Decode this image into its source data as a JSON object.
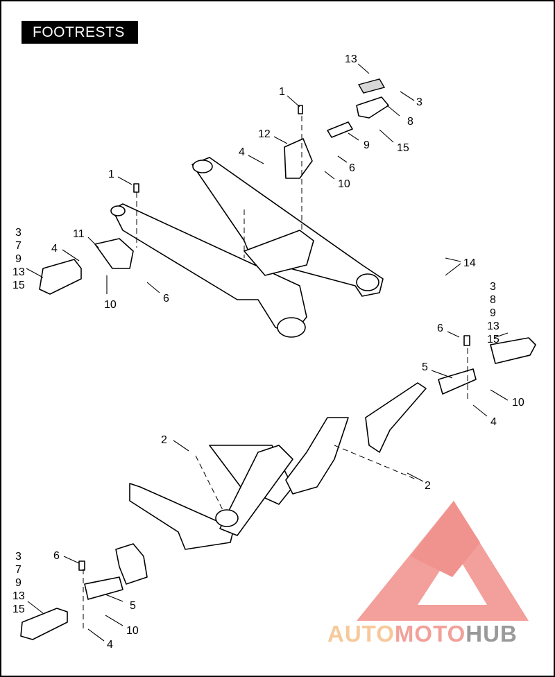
{
  "title": "FOOTRESTS",
  "callouts": [
    {
      "id": "c1a",
      "lines": [
        "1"
      ]
    },
    {
      "id": "c13a",
      "lines": [
        "13"
      ]
    },
    {
      "id": "c3a",
      "lines": [
        "3"
      ]
    },
    {
      "id": "c12",
      "lines": [
        "12"
      ]
    },
    {
      "id": "c8a",
      "lines": [
        "8"
      ]
    },
    {
      "id": "c4a",
      "lines": [
        "4"
      ]
    },
    {
      "id": "c9a",
      "lines": [
        "9"
      ]
    },
    {
      "id": "c15a",
      "lines": [
        "15"
      ]
    },
    {
      "id": "c6a",
      "lines": [
        "6"
      ]
    },
    {
      "id": "c10a",
      "lines": [
        "10"
      ]
    },
    {
      "id": "c1b",
      "lines": [
        "1"
      ]
    },
    {
      "id": "c11",
      "lines": [
        "11"
      ]
    },
    {
      "id": "c4b",
      "lines": [
        "4"
      ]
    },
    {
      "id": "c10b",
      "lines": [
        "10"
      ]
    },
    {
      "id": "c6b",
      "lines": [
        "6"
      ]
    },
    {
      "id": "c14",
      "lines": [
        "14"
      ]
    },
    {
      "id": "cstackL",
      "lines": [
        "3",
        "7",
        "9",
        "13",
        "15"
      ]
    },
    {
      "id": "cstackR",
      "lines": [
        "3",
        "8",
        "9",
        "13",
        "15"
      ]
    },
    {
      "id": "c6c",
      "lines": [
        "6"
      ]
    },
    {
      "id": "c5a",
      "lines": [
        "5"
      ]
    },
    {
      "id": "c10c",
      "lines": [
        "10"
      ]
    },
    {
      "id": "c4c",
      "lines": [
        "4"
      ]
    },
    {
      "id": "c2a",
      "lines": [
        "2"
      ]
    },
    {
      "id": "c2b",
      "lines": [
        "2"
      ]
    },
    {
      "id": "cstackB",
      "lines": [
        "3",
        "7",
        "9",
        "13",
        "15"
      ]
    },
    {
      "id": "c6d",
      "lines": [
        "6"
      ]
    },
    {
      "id": "c5b",
      "lines": [
        "5"
      ]
    },
    {
      "id": "c10d",
      "lines": [
        "10"
      ]
    },
    {
      "id": "c4d",
      "lines": [
        "4"
      ]
    }
  ],
  "watermark": {
    "text_a": "AUTO",
    "text_b": "MOTO",
    "text_c": "HUB",
    "color_a": "#f7c99a",
    "color_b": "#f2a19a",
    "color_c": "#9a9a9a",
    "logo_color": "#f28f8a"
  }
}
